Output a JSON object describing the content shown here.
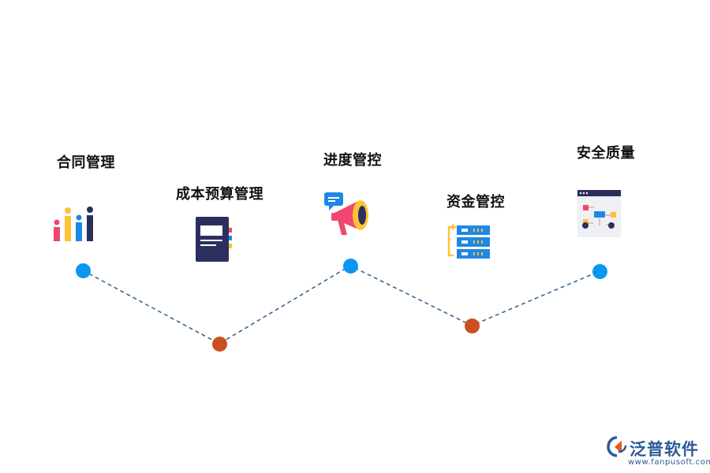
{
  "steps": [
    {
      "label": "合同管理",
      "icon": "bar-chart-people-icon",
      "node_color": "#0a97f0"
    },
    {
      "label": "成本预算管理",
      "icon": "notebook-icon",
      "node_color": "#c9501f"
    },
    {
      "label": "进度管控",
      "icon": "megaphone-icon",
      "node_color": "#0a97f0"
    },
    {
      "label": "资金管控",
      "icon": "server-rack-icon",
      "node_color": "#c9501f"
    },
    {
      "label": "安全质量",
      "icon": "flowchart-window-icon",
      "node_color": "#0a97f0"
    }
  ],
  "connector": {
    "style": "dashed",
    "color": "#2f5f8a"
  },
  "brand": {
    "name": "泛普软件",
    "url": "www.fanpusoft.com",
    "color": "#2d5a96",
    "icon": "fanpu-logo-icon"
  }
}
